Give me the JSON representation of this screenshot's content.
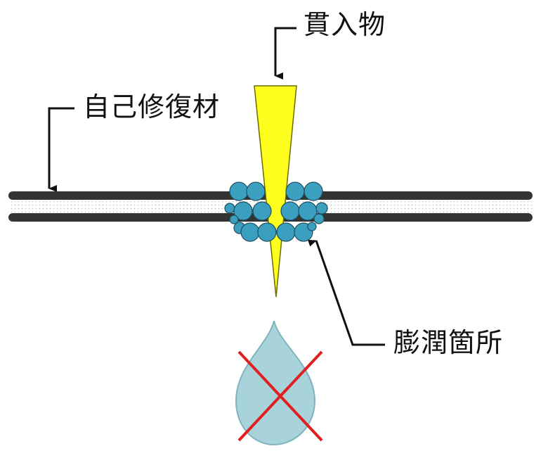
{
  "labels": {
    "penetrator": "貫入物",
    "self_healing_material": "自己修復材",
    "swollen_area": "膨潤箇所"
  },
  "colors": {
    "membrane_line": "#333333",
    "membrane_fill_dots": "#bfbfbf",
    "penetrator_fill": "#ffff1f",
    "penetrator_stroke": "#6b6b00",
    "sphere_fill": "#3b9fbf",
    "sphere_stroke": "#1f4f5f",
    "drop_fill": "#a8d3da",
    "drop_stroke": "#7fb4be",
    "cross": "#e02020",
    "arrow": "#111111"
  }
}
